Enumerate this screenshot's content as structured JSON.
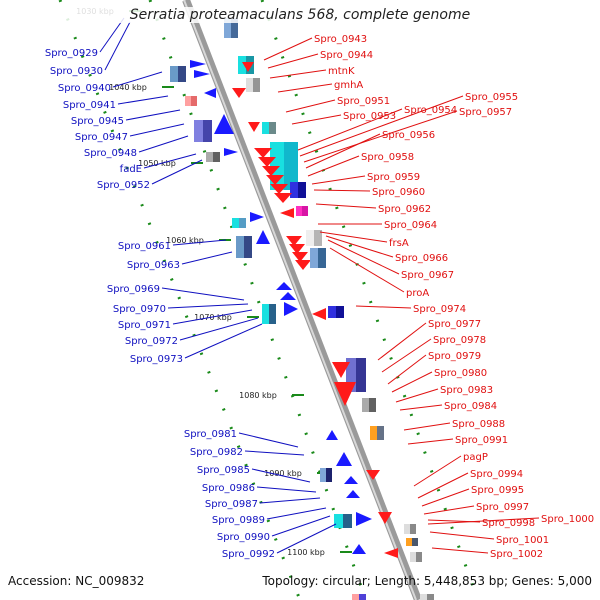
{
  "title": "Serratia proteamaculans 568, complete genome",
  "footer": {
    "accession": "Accession: NC_009832",
    "summary": "Topology: circular; Length: 5,448,853 bp; Genes: 5,000"
  },
  "colors": {
    "label_left": "#1010c0",
    "label_right": "#e01010",
    "backbone": "#9a9a9a",
    "tick": "#1a8a1a",
    "forward": "#1a1aff",
    "reverse": "#ff1a1a"
  },
  "kbp_marks": [
    "1030 kbp",
    "1040 kbp",
    "1050 kbp",
    "1060 kbp",
    "1070 kbp",
    "1080 kbp",
    "1090 kbp",
    "1100 kbp"
  ],
  "left_labels": [
    "Spro_0929",
    "Spro_0930",
    "Spro_0940",
    "Spro_0941",
    "Spro_0945",
    "Spro_0947",
    "Spro_0948",
    "fadE",
    "Spro_0952",
    "Spro_0961",
    "Spro_0963",
    "Spro_0969",
    "Spro_0970",
    "Spro_0971",
    "Spro_0972",
    "Spro_0973",
    "Spro_0981",
    "Spro_0982",
    "Spro_0985",
    "Spro_0986",
    "Spro_0987",
    "Spro_0989",
    "Spro_0990",
    "Spro_0992"
  ],
  "right_labels": [
    "Spro_0943",
    "Spro_0944",
    "mtnK",
    "gmhA",
    "Spro_0951",
    "Spro_0953",
    "Spro_0954",
    "Spro_0955",
    "Spro_0957",
    "Spro_0956",
    "Spro_0958",
    "Spro_0959",
    "Spro_0960",
    "Spro_0962",
    "Spro_0964",
    "frsA",
    "Spro_0966",
    "Spro_0967",
    "proA",
    "Spro_0974",
    "Spro_0977",
    "Spro_0978",
    "Spro_0979",
    "Spro_0980",
    "Spro_0983",
    "Spro_0984",
    "Spro_0988",
    "Spro_0991",
    "pagP",
    "Spro_0994",
    "Spro_0995",
    "Spro_0997",
    "Spro_0998",
    "Spro_1000",
    "Spro_1001",
    "Spro_1002"
  ]
}
